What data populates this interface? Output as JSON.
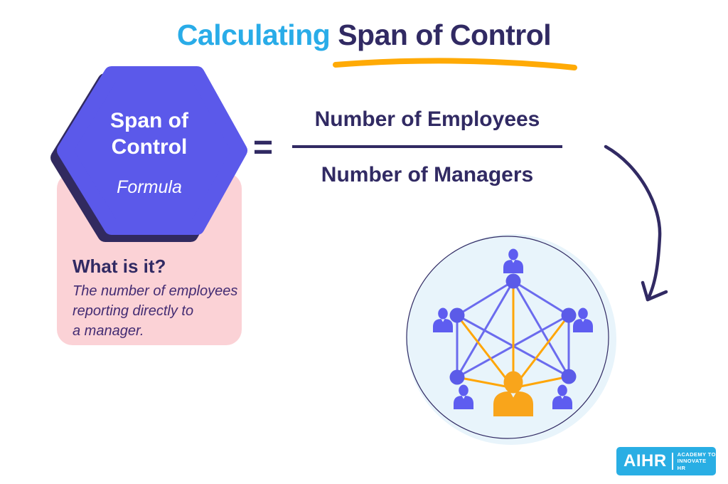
{
  "title": {
    "part1": "Calculating",
    "part2": "Span of Control"
  },
  "hexagon": {
    "line1": "Span of",
    "line2": "Control",
    "subtitle": "Formula"
  },
  "definition_card": {
    "heading": "What is it?",
    "body_line1": "The number of employees",
    "body_line2": "reporting directly to",
    "body_line3": "a manager."
  },
  "formula": {
    "equals": "=",
    "numerator": "Number of Employees",
    "denominator": "Number of Managers"
  },
  "illustration": {
    "icons": [
      "employee-person-icon",
      "manager-person-icon",
      "network-node",
      "curved-arrow-icon"
    ],
    "employee_count": 5,
    "manager_count": 1
  },
  "logo": {
    "name": "AIHR",
    "tagline_line1": "ACADEMY TO",
    "tagline_line2": "INNOVATE HR"
  },
  "colors": {
    "title_blue": "#29ACE8",
    "navy": "#312A63",
    "hexagon_purple": "#5B59EA",
    "icon_purple": "#5E5DF0",
    "line_purple": "#6B6BEE",
    "pink_card": "#FBD2D6",
    "orange": "#F9A51B",
    "swoosh_orange": "#FFAA05",
    "circle_fill": "#E8F4FB",
    "logo_blue": "#29AEE4",
    "body_italic_purple": "#432C73"
  }
}
